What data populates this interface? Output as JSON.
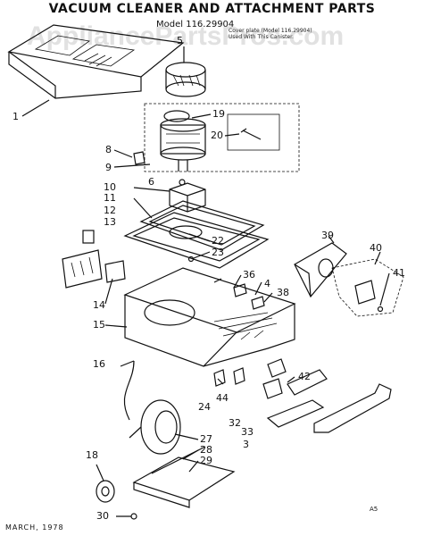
{
  "header": {
    "title": "VACUUM CLEANER AND ATTACHMENT PARTS",
    "model": "Model 116.29904",
    "note_line1": "Cover plate (Model 116.29904)",
    "note_line2": "Used With This Canister."
  },
  "watermark": "AppliancePartsPros.com",
  "footer": {
    "date": "MARCH, 1978",
    "code": "A5"
  },
  "callouts": {
    "c1": "1",
    "c3": "3",
    "c4": "4",
    "c5": "5",
    "c6": "6",
    "c8": "8",
    "c9": "9",
    "c10": "10",
    "c11": "11",
    "c12": "12",
    "c13": "13",
    "c14": "14",
    "c15": "15",
    "c16": "16",
    "c18": "18",
    "c19": "19",
    "c20": "20",
    "c22": "22",
    "c23": "23",
    "c24": "24",
    "c27": "27",
    "c28": "28",
    "c29": "29",
    "c30": "30",
    "c32": "32",
    "c33": "33",
    "c36": "36",
    "c38": "38",
    "c39": "39",
    "c40": "40",
    "c41": "41",
    "c42": "42",
    "c44": "44"
  }
}
